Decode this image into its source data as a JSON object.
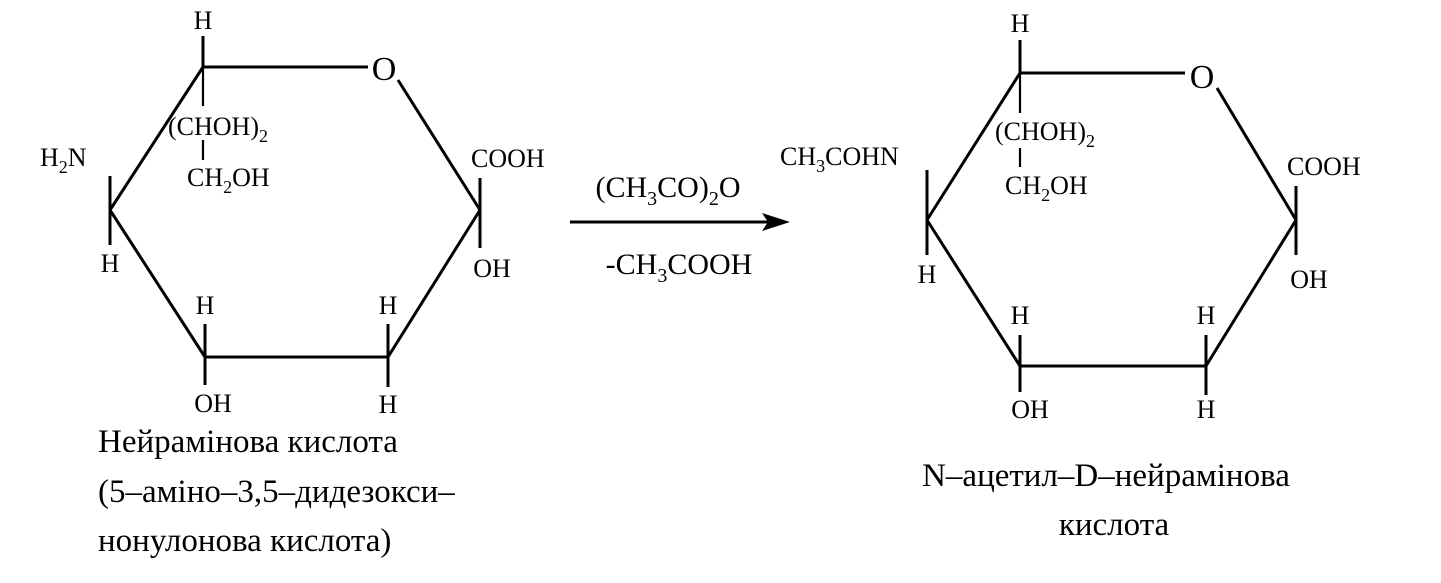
{
  "left_molecule": {
    "ring_oxygen": "O",
    "c6_h": "H",
    "c6_substituent_line1": "(CHOH)",
    "c6_substituent_line1_subscript": "2",
    "c6_substituent_line2_a": "CH",
    "c6_substituent_line2_sub": "2",
    "c6_substituent_line2_b": "OH",
    "c5_group_prefix": "H",
    "c5_group_sub": "2",
    "c5_group_atom": "N",
    "c5_h": "H",
    "c4_h": "H",
    "c4_oh": "OH",
    "c3_h_top": "H",
    "c3_h_bottom": "H",
    "c2_cooh": "COOH",
    "c2_oh": "OH",
    "caption": [
      "Нейрамінова кислота",
      "(5–аміно–3,5–дидезокси–",
      "нонулонова кислота)"
    ]
  },
  "reaction": {
    "reagent_top_a": "(CH",
    "reagent_top_sub1": "3",
    "reagent_top_b": "CO)",
    "reagent_top_sub2": "2",
    "reagent_top_c": "O",
    "byproduct_a": "-CH",
    "byproduct_sub": "3",
    "byproduct_b": "COOH"
  },
  "right_molecule": {
    "ring_oxygen": "O",
    "c6_h": "H",
    "c6_substituent_line1": "(CHOH)",
    "c6_substituent_line1_subscript": "2",
    "c6_substituent_line2_a": "CH",
    "c6_substituent_line2_sub": "2",
    "c6_substituent_line2_b": "OH",
    "c5_group_a": "CH",
    "c5_group_sub": "3",
    "c5_group_b": "COHN",
    "c5_h": "H",
    "c4_h": "H",
    "c4_oh": "OH",
    "c3_h_top": "H",
    "c3_h_bottom": "H",
    "c2_cooh": "COOH",
    "c2_oh": "OH",
    "caption": [
      "N–ацетил–D–нейрамінова",
      "кислота"
    ]
  }
}
